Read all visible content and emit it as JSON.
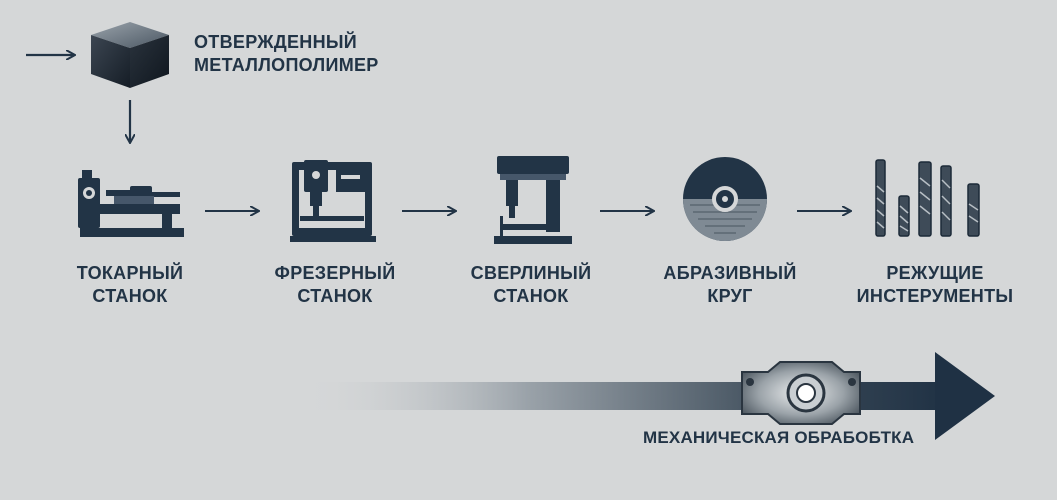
{
  "source": {
    "title_line1": "ОТВЕРЖДЕННЫЙ",
    "title_line2": "МЕТАЛЛОПОЛИМЕР"
  },
  "steps": [
    {
      "line1": "ТОКАРНЫЙ",
      "line2": "СТАНОК",
      "icon": "lathe-icon"
    },
    {
      "line1": "ФРЕЗЕРНЫЙ",
      "line2": "СТАНОК",
      "icon": "milling-machine-icon"
    },
    {
      "line1": "СВЕРЛИНЫЙ",
      "line2": "СТАНОК",
      "icon": "drill-press-icon"
    },
    {
      "line1": "АБРАЗИВНЫЙ",
      "line2": "КРУГ",
      "icon": "abrasive-wheel-icon"
    },
    {
      "line1": "РЕЖУЩИЕ",
      "line2": "ИНСТЕРУМЕНТЫ",
      "icon": "cutting-tools-icon"
    }
  ],
  "process": {
    "caption": "МЕХАНИЧЕСКАЯ ОБРАБОБТКА",
    "icon": "machined-part-icon"
  },
  "colors": {
    "background": "#d5d7d8",
    "primary": "#223446",
    "arrow_gradient_start": "#d5d7d8",
    "arrow_gradient_end": "#1f3144"
  }
}
